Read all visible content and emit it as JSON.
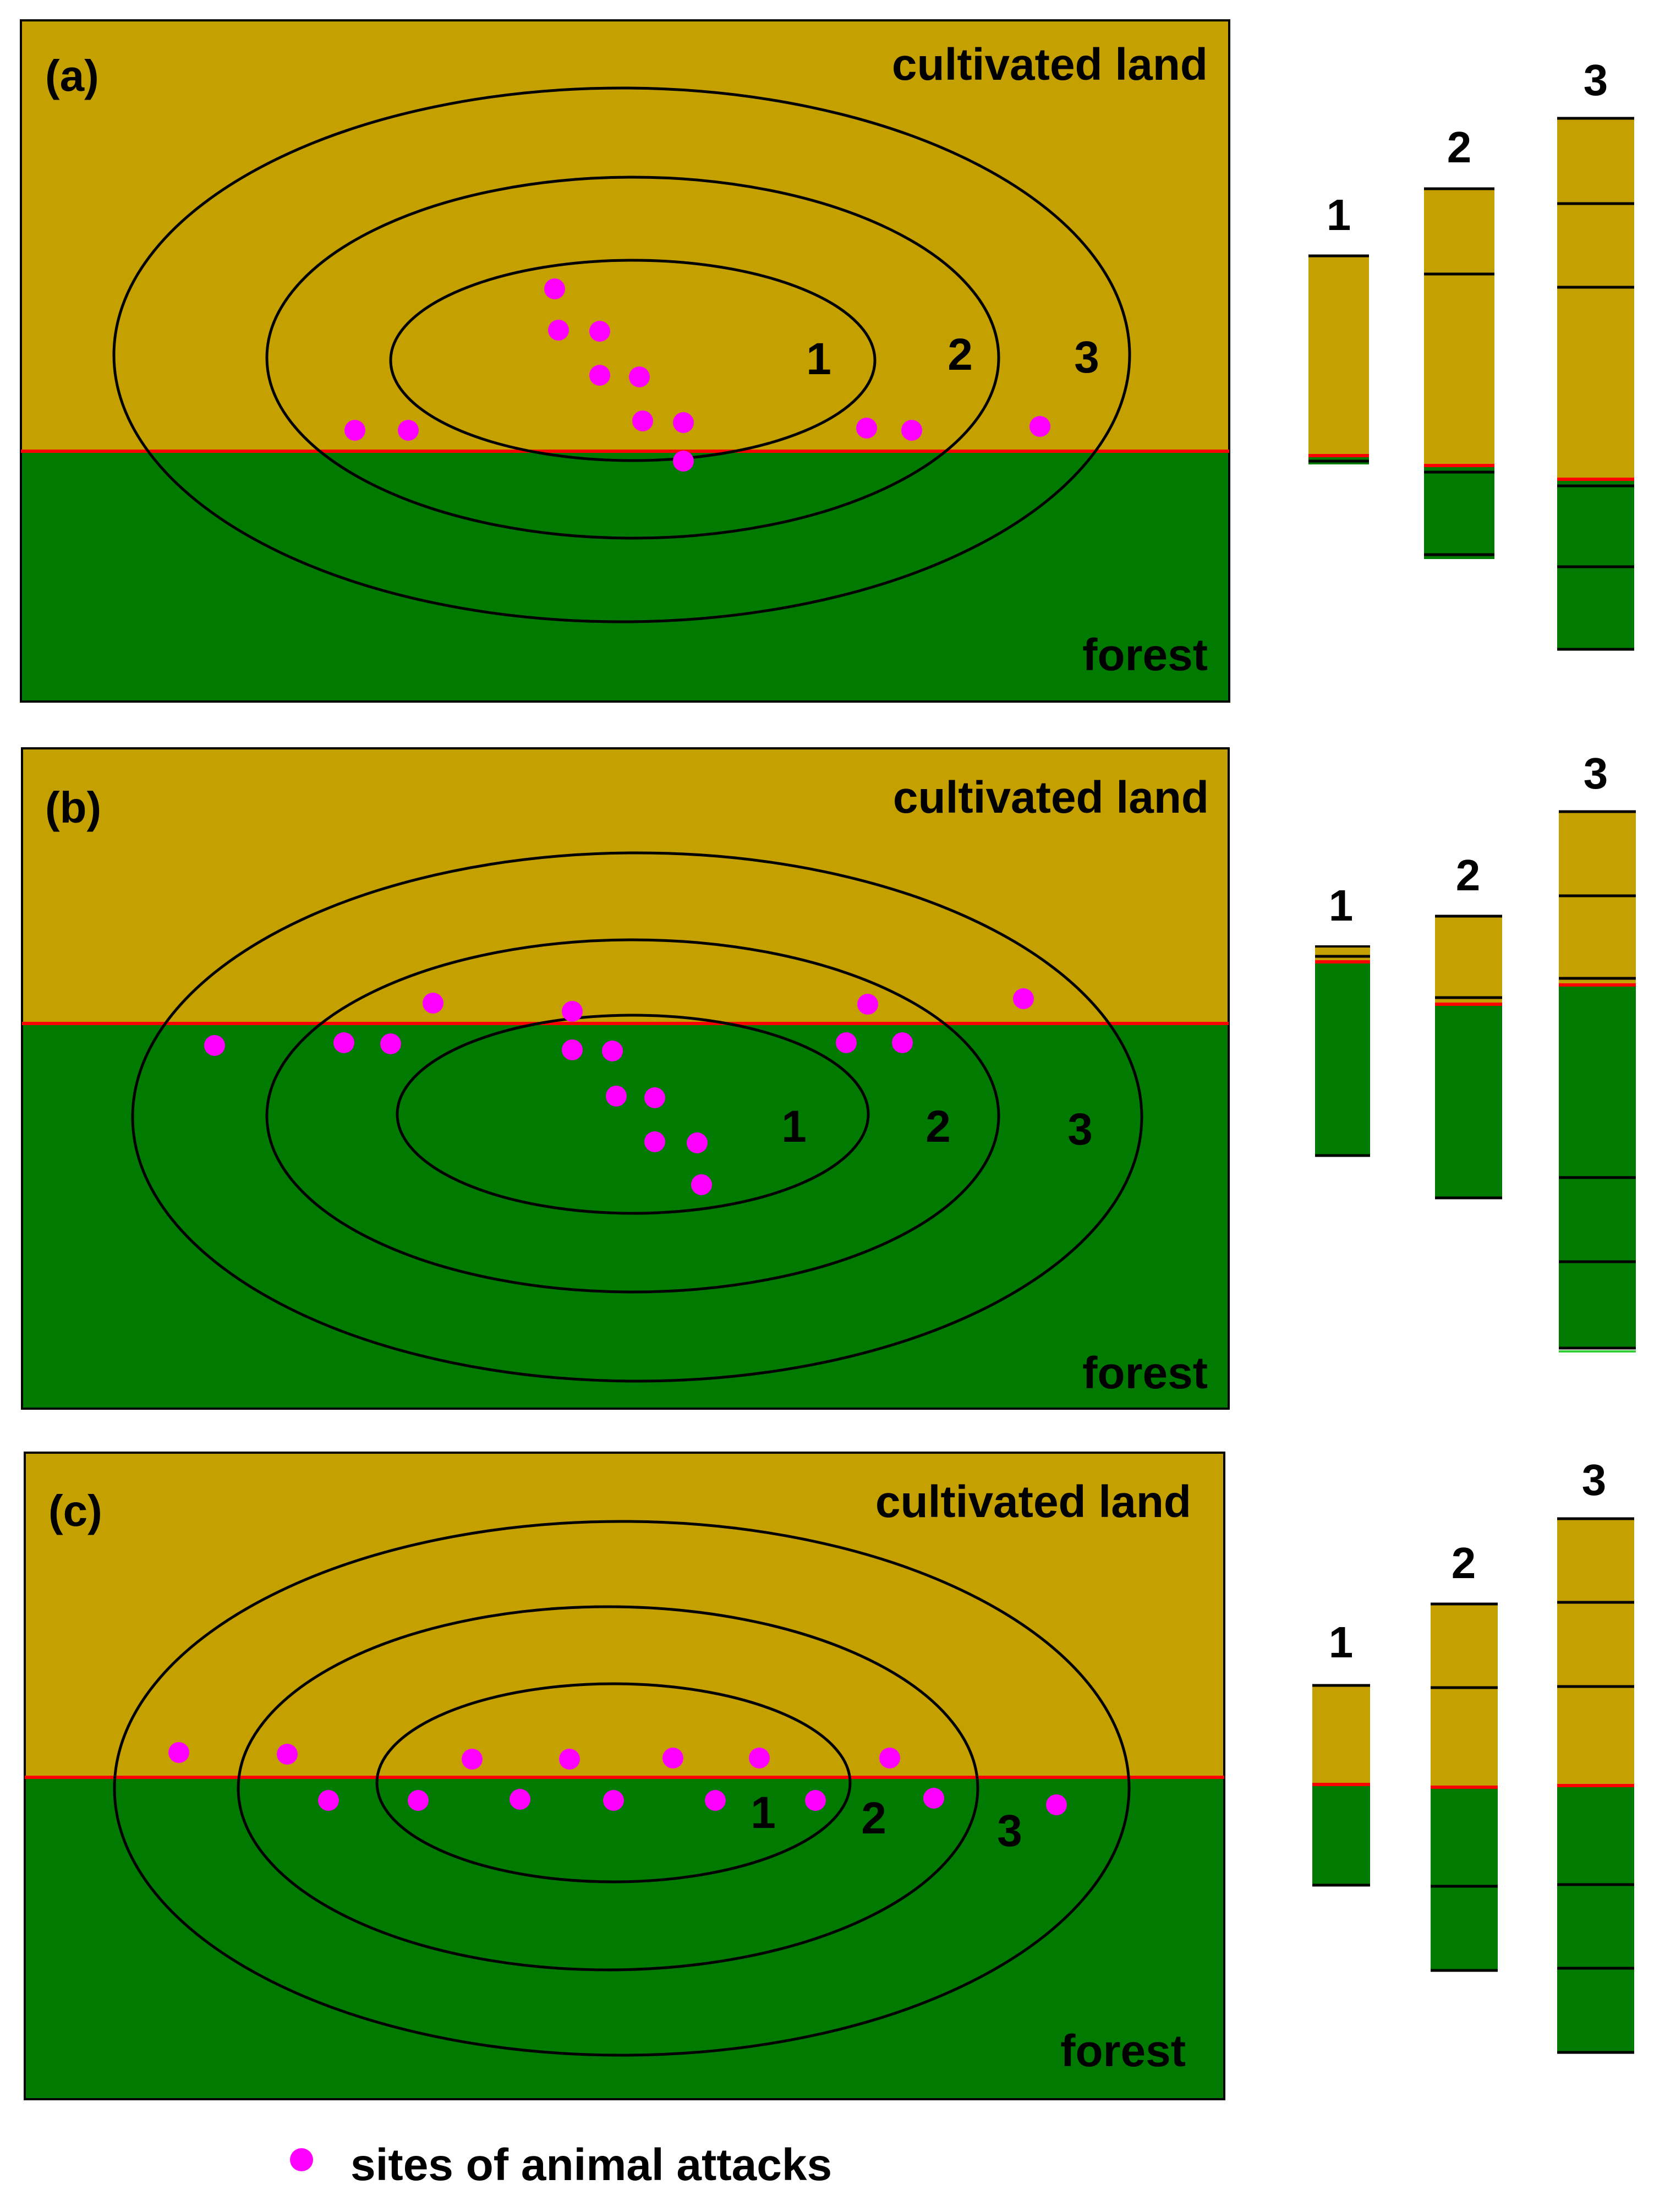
{
  "colors": {
    "cultivated": "#c4a000",
    "forest": "#007a00",
    "edge_line": "#ff0000",
    "attack_dot": "#ff00ff",
    "outline": "#000000"
  },
  "legend": {
    "label": "sites of animal attacks",
    "icon": "magenta-dot-icon"
  },
  "panels": [
    {
      "id": "a",
      "label": "(a)",
      "cultivated_label": "cultivated land",
      "forest_label": "forest",
      "ring_labels": [
        "1",
        "2",
        "3"
      ],
      "bar_labels": [
        "1",
        "2",
        "3"
      ]
    },
    {
      "id": "b",
      "label": "(b)",
      "cultivated_label": "cultivated land",
      "forest_label": "forest",
      "ring_labels": [
        "1",
        "2",
        "3"
      ],
      "bar_labels": [
        "1",
        "2",
        "3"
      ]
    },
    {
      "id": "c",
      "label": "(c)",
      "cultivated_label": "cultivated land",
      "forest_label": "forest",
      "ring_labels": [
        "1",
        "2",
        "3"
      ],
      "bar_labels": [
        "1",
        "2",
        "3"
      ]
    }
  ]
}
